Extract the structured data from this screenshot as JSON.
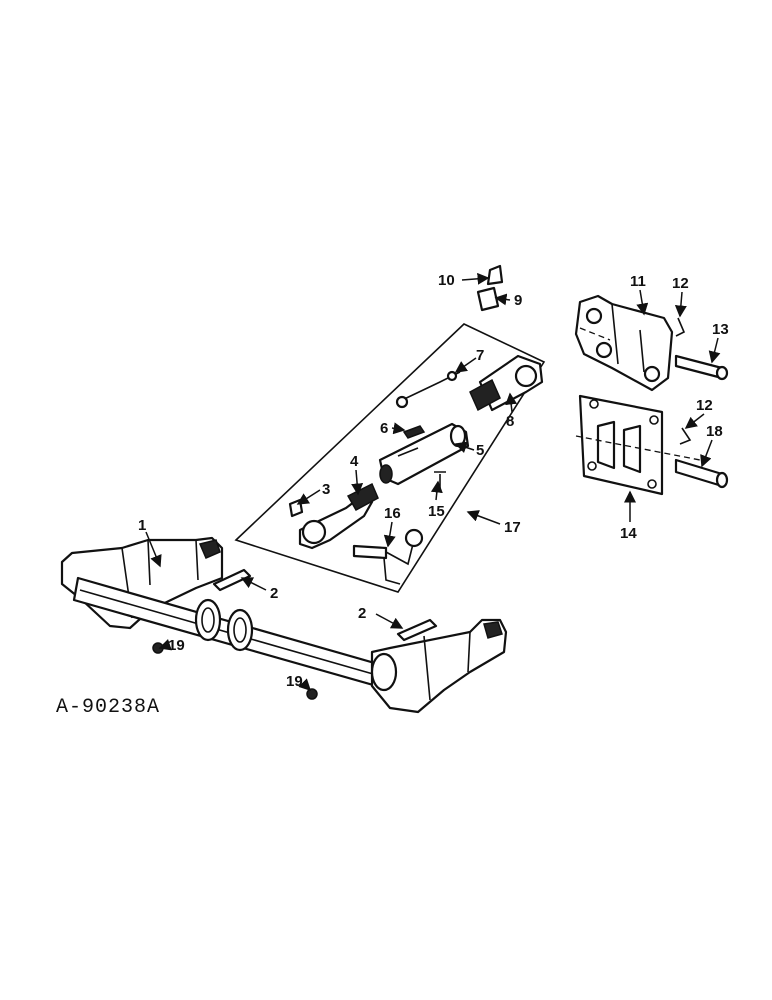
{
  "reference_number": "A-90238A",
  "callouts": {
    "c1": "1",
    "c2a": "2",
    "c2b": "2",
    "c3": "3",
    "c4": "4",
    "c5": "5",
    "c6": "6",
    "c7": "7",
    "c8": "8",
    "c9": "9",
    "c10": "10",
    "c11": "11",
    "c12a": "12",
    "c12b": "12",
    "c13": "13",
    "c14": "14",
    "c15": "15",
    "c16": "16",
    "c17": "17",
    "c18": "18",
    "c19a": "19",
    "c19b": "19"
  }
}
